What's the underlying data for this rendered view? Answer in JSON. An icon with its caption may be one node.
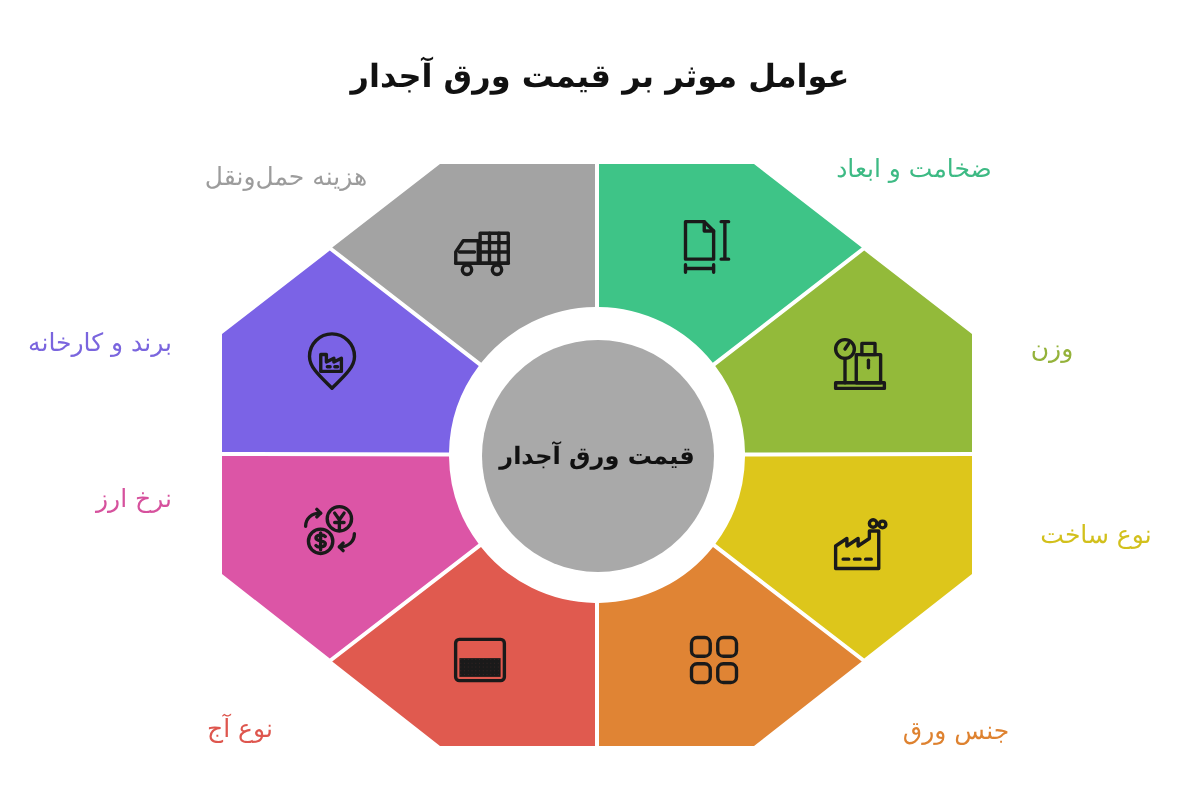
{
  "diagram": {
    "title": "عوامل موثر بر قیمت ورق آجدار",
    "nodes": [
      {
        "text": [
          "قیمت ورق آجدار"
        ]
      },
      {
        "text": [
          "ضخامت و ابعاد"
        ]
      },
      {
        "text": [
          "وزن"
        ]
      },
      {
        "text": [
          "نوع ساخت"
        ]
      },
      {
        "text": [
          "جنس ورق"
        ]
      },
      {
        "text": [
          "نوع آج"
        ]
      },
      {
        "text": [
          "نرخ ارز"
        ]
      },
      {
        "text": [
          "برند و کارخانه"
        ]
      },
      {
        "text": [
          "هزینه حمل‌ونقل"
        ]
      }
    ]
  }
}
